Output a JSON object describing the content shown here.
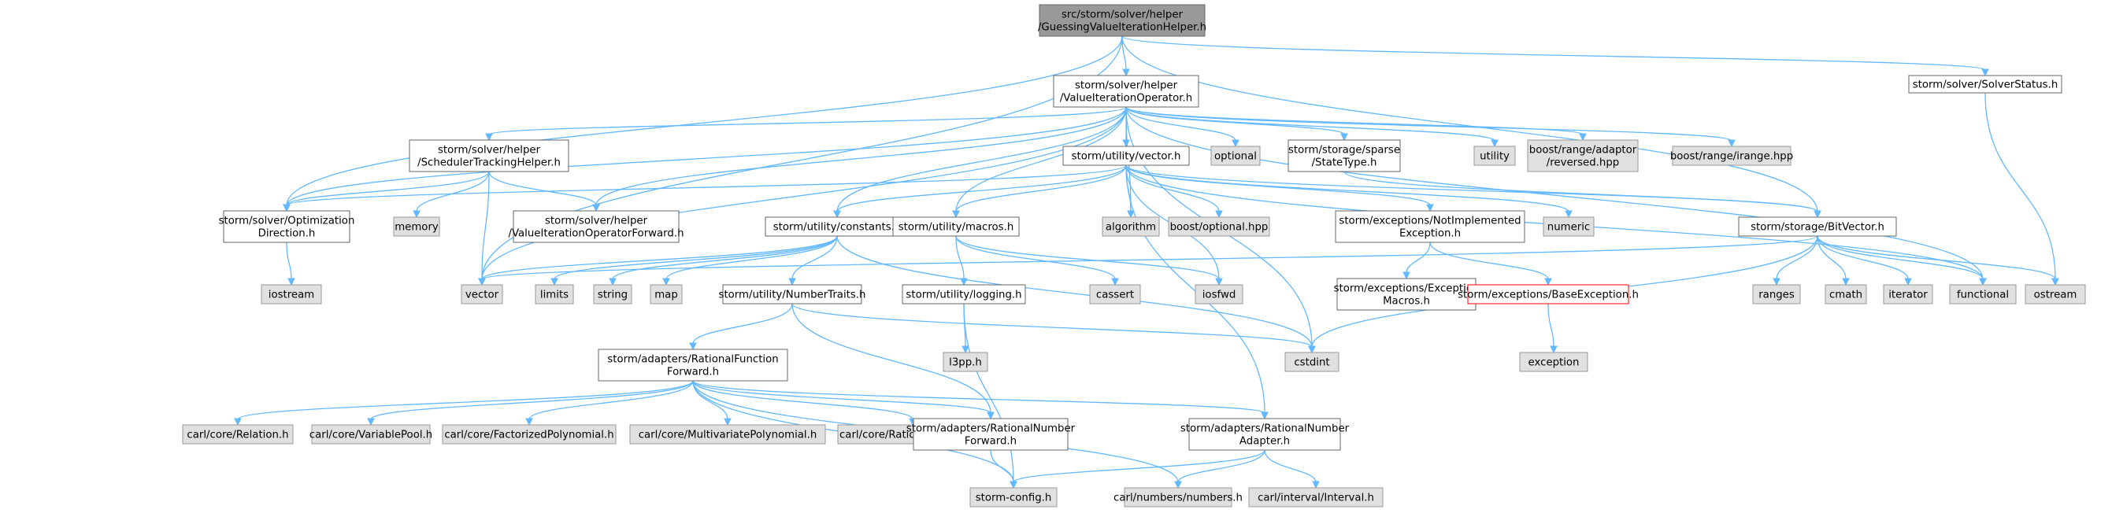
{
  "colors": {
    "edge": "#63b8ff",
    "root_fill": "#999999",
    "root_stroke": "#666666",
    "file_fill": "#ffffff",
    "file_stroke": "#666666",
    "system_fill": "#e0e0e0",
    "system_stroke": "#999999",
    "error_stroke": "#ff0000"
  },
  "nodes": [
    {
      "id": "root",
      "kind": "root",
      "lines": [
        "src/storm/solver/helper",
        "/GuessingValueIterationHelper.h"
      ]
    },
    {
      "id": "vio",
      "kind": "file",
      "lines": [
        "storm/solver/helper",
        "/ValueIterationOperator.h"
      ]
    },
    {
      "id": "solverstatus",
      "kind": "file",
      "lines": [
        "storm/solver/SolverStatus.h"
      ]
    },
    {
      "id": "optional",
      "kind": "system",
      "lines": [
        "optional"
      ]
    },
    {
      "id": "statetype",
      "kind": "file",
      "lines": [
        "storm/storage/sparse",
        "/StateType.h"
      ]
    },
    {
      "id": "utility",
      "kind": "system",
      "lines": [
        "utility"
      ]
    },
    {
      "id": "reversed",
      "kind": "system",
      "lines": [
        "boost/range/adaptor",
        "/reversed.hpp"
      ]
    },
    {
      "id": "irange",
      "kind": "system",
      "lines": [
        "boost/range/irange.hpp"
      ]
    },
    {
      "id": "sched",
      "kind": "file",
      "lines": [
        "storm/solver/helper",
        "/SchedulerTrackingHelper.h"
      ]
    },
    {
      "id": "vectorh",
      "kind": "file",
      "lines": [
        "storm/utility/vector.h"
      ]
    },
    {
      "id": "optdir",
      "kind": "file",
      "lines": [
        "storm/solver/Optimization",
        "Direction.h"
      ]
    },
    {
      "id": "memory",
      "kind": "system",
      "lines": [
        "memory"
      ]
    },
    {
      "id": "viofwd",
      "kind": "file",
      "lines": [
        "storm/solver/helper",
        "/ValueIterationOperatorForward.h"
      ]
    },
    {
      "id": "constants",
      "kind": "file",
      "lines": [
        "storm/utility/constants.h"
      ]
    },
    {
      "id": "macros",
      "kind": "file",
      "lines": [
        "storm/utility/macros.h"
      ]
    },
    {
      "id": "algorithm",
      "kind": "system",
      "lines": [
        "algorithm"
      ]
    },
    {
      "id": "boostopt",
      "kind": "system",
      "lines": [
        "boost/optional.hpp"
      ]
    },
    {
      "id": "notimpl",
      "kind": "file",
      "lines": [
        "storm/exceptions/NotImplemented",
        "Exception.h"
      ]
    },
    {
      "id": "numeric",
      "kind": "system",
      "lines": [
        "numeric"
      ]
    },
    {
      "id": "bitvector",
      "kind": "file",
      "lines": [
        "storm/storage/BitVector.h"
      ]
    },
    {
      "id": "iostream",
      "kind": "system",
      "lines": [
        "iostream"
      ]
    },
    {
      "id": "vector",
      "kind": "system",
      "lines": [
        "vector"
      ]
    },
    {
      "id": "limits",
      "kind": "system",
      "lines": [
        "limits"
      ]
    },
    {
      "id": "string",
      "kind": "system",
      "lines": [
        "string"
      ]
    },
    {
      "id": "map",
      "kind": "system",
      "lines": [
        "map"
      ]
    },
    {
      "id": "numtraits",
      "kind": "file",
      "lines": [
        "storm/utility/NumberTraits.h"
      ]
    },
    {
      "id": "logging",
      "kind": "file",
      "lines": [
        "storm/utility/logging.h"
      ]
    },
    {
      "id": "cassert",
      "kind": "system",
      "lines": [
        "cassert"
      ]
    },
    {
      "id": "iosfwd",
      "kind": "system",
      "lines": [
        "iosfwd"
      ]
    },
    {
      "id": "excmacros",
      "kind": "file",
      "lines": [
        "storm/exceptions/Exception",
        "Macros.h"
      ]
    },
    {
      "id": "baseexc",
      "kind": "error",
      "lines": [
        "storm/exceptions/BaseException.h"
      ]
    },
    {
      "id": "ranges",
      "kind": "system",
      "lines": [
        "ranges"
      ]
    },
    {
      "id": "cmath",
      "kind": "system",
      "lines": [
        "cmath"
      ]
    },
    {
      "id": "iterator",
      "kind": "system",
      "lines": [
        "iterator"
      ]
    },
    {
      "id": "functional",
      "kind": "system",
      "lines": [
        "functional"
      ]
    },
    {
      "id": "ostream",
      "kind": "system",
      "lines": [
        "ostream"
      ]
    },
    {
      "id": "l3pp",
      "kind": "system",
      "lines": [
        "l3pp.h"
      ]
    },
    {
      "id": "cstdint",
      "kind": "system",
      "lines": [
        "cstdint"
      ]
    },
    {
      "id": "exception",
      "kind": "system",
      "lines": [
        "exception"
      ]
    },
    {
      "id": "ratfuncfwd",
      "kind": "file",
      "lines": [
        "storm/adapters/RationalFunction",
        "Forward.h"
      ]
    },
    {
      "id": "relation",
      "kind": "system",
      "lines": [
        "carl/core/Relation.h"
      ]
    },
    {
      "id": "varpool",
      "kind": "system",
      "lines": [
        "carl/core/VariablePool.h"
      ]
    },
    {
      "id": "factpoly",
      "kind": "system",
      "lines": [
        "carl/core/FactorizedPolynomial.h"
      ]
    },
    {
      "id": "multipoly",
      "kind": "system",
      "lines": [
        "carl/core/MultivariatePolynomial.h"
      ]
    },
    {
      "id": "ratfunc",
      "kind": "system",
      "lines": [
        "carl/core/RationalFunction.h"
      ]
    },
    {
      "id": "ratnumfwd",
      "kind": "file",
      "lines": [
        "storm/adapters/RationalNumber",
        "Forward.h"
      ]
    },
    {
      "id": "ratnumadapter",
      "kind": "file",
      "lines": [
        "storm/adapters/RationalNumber",
        "Adapter.h"
      ]
    },
    {
      "id": "stormconfig",
      "kind": "system",
      "lines": [
        "storm-config.h"
      ]
    },
    {
      "id": "carlnumbers",
      "kind": "system",
      "lines": [
        "carl/numbers/numbers.h"
      ]
    },
    {
      "id": "interval",
      "kind": "system",
      "lines": [
        "carl/interval/Interval.h"
      ]
    }
  ],
  "edges": [
    [
      "root",
      "vio"
    ],
    [
      "root",
      "solverstatus"
    ],
    [
      "root",
      "bitvector"
    ],
    [
      "root",
      "optdir"
    ],
    [
      "root",
      "vector"
    ],
    [
      "vio",
      "optional"
    ],
    [
      "vio",
      "statetype"
    ],
    [
      "vio",
      "utility"
    ],
    [
      "vio",
      "reversed"
    ],
    [
      "vio",
      "irange"
    ],
    [
      "vio",
      "sched"
    ],
    [
      "vio",
      "vectorh"
    ],
    [
      "vio",
      "optdir"
    ],
    [
      "vio",
      "viofwd"
    ],
    [
      "vio",
      "constants"
    ],
    [
      "vio",
      "macros"
    ],
    [
      "vio",
      "algorithm"
    ],
    [
      "vio",
      "functional"
    ],
    [
      "vio",
      "vector"
    ],
    [
      "vio",
      "cstdint"
    ],
    [
      "solverstatus",
      "ostream"
    ],
    [
      "sched",
      "optdir"
    ],
    [
      "sched",
      "memory"
    ],
    [
      "sched",
      "viofwd"
    ],
    [
      "sched",
      "vector"
    ],
    [
      "vectorh",
      "optdir"
    ],
    [
      "vectorh",
      "constants"
    ],
    [
      "vectorh",
      "macros"
    ],
    [
      "vectorh",
      "algorithm"
    ],
    [
      "vectorh",
      "boostopt"
    ],
    [
      "vectorh",
      "notimpl"
    ],
    [
      "vectorh",
      "numeric"
    ],
    [
      "vectorh",
      "bitvector"
    ],
    [
      "vectorh",
      "iosfwd"
    ],
    [
      "vectorh",
      "functional"
    ],
    [
      "vectorh",
      "ratnumadapter"
    ],
    [
      "optdir",
      "iostream"
    ],
    [
      "constants",
      "vector"
    ],
    [
      "constants",
      "limits"
    ],
    [
      "constants",
      "string"
    ],
    [
      "constants",
      "map"
    ],
    [
      "constants",
      "numtraits"
    ],
    [
      "constants",
      "cstdint"
    ],
    [
      "macros",
      "logging"
    ],
    [
      "macros",
      "cassert"
    ],
    [
      "macros",
      "iosfwd"
    ],
    [
      "notimpl",
      "excmacros"
    ],
    [
      "notimpl",
      "baseexc"
    ],
    [
      "bitvector",
      "vector"
    ],
    [
      "bitvector",
      "ranges"
    ],
    [
      "bitvector",
      "cmath"
    ],
    [
      "bitvector",
      "iterator"
    ],
    [
      "bitvector",
      "functional"
    ],
    [
      "bitvector",
      "ostream"
    ],
    [
      "bitvector",
      "cstdint"
    ],
    [
      "statetype",
      "bitvector"
    ],
    [
      "numtraits",
      "ratfuncfwd"
    ],
    [
      "numtraits",
      "ratnumfwd"
    ],
    [
      "numtraits",
      "cstdint"
    ],
    [
      "logging",
      "l3pp"
    ],
    [
      "logging",
      "stormconfig"
    ],
    [
      "baseexc",
      "exception"
    ],
    [
      "ratfuncfwd",
      "relation"
    ],
    [
      "ratfuncfwd",
      "varpool"
    ],
    [
      "ratfuncfwd",
      "factpoly"
    ],
    [
      "ratfuncfwd",
      "multipoly"
    ],
    [
      "ratfuncfwd",
      "ratfunc"
    ],
    [
      "ratfuncfwd",
      "ratnumfwd"
    ],
    [
      "ratfuncfwd",
      "ratnumadapter"
    ],
    [
      "ratfuncfwd",
      "stormconfig"
    ],
    [
      "ratfuncfwd",
      "carlnumbers"
    ],
    [
      "ratnumfwd",
      "stormconfig"
    ],
    [
      "ratnumadapter",
      "stormconfig"
    ],
    [
      "ratnumadapter",
      "carlnumbers"
    ],
    [
      "ratnumadapter",
      "interval"
    ]
  ]
}
